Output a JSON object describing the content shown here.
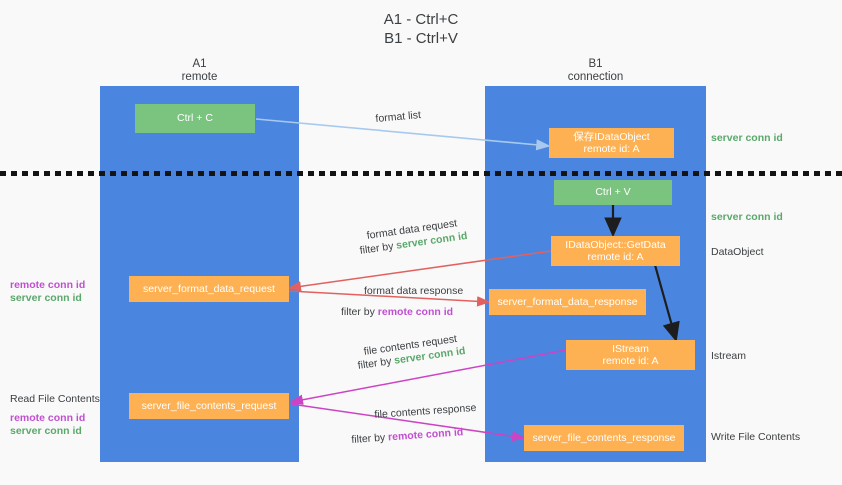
{
  "title": {
    "line1": "A1 - Ctrl+C",
    "line2": "B1 - Ctrl+V"
  },
  "columns": [
    {
      "name": "A1",
      "sub": "remote"
    },
    {
      "name": "B1",
      "sub": "connection"
    }
  ],
  "boxes": {
    "ctrl_c": {
      "label": "Ctrl + C"
    },
    "ctrl_v": {
      "label": "Ctrl + V"
    },
    "save_dataobject": {
      "line1": "保存IDataObject",
      "line2": "remote id: A"
    },
    "getdata": {
      "line1": "IDataObject::GetData",
      "line2": "remote id: A"
    },
    "istream": {
      "line1": "IStream",
      "line2": "remote id: A"
    },
    "server_format_data_request": {
      "label": "server_format_data_request"
    },
    "server_format_data_response": {
      "label": "server_format_data_response"
    },
    "server_file_contents_request": {
      "label": "server_file_contents_request"
    },
    "server_file_contents_response": {
      "label": "server_file_contents_response"
    }
  },
  "right_labels": {
    "server_conn_id_top": "server conn id",
    "server_conn_id_mid": "server conn id",
    "dataobject": "DataObject",
    "istream": "Istream",
    "write_file_contents": "Write File Contents"
  },
  "left_labels": {
    "remote_conn_id_1": "remote conn id",
    "server_conn_id_1": "server conn id",
    "read_file_contents": "Read File Contents",
    "remote_conn_id_2": "remote conn id",
    "server_conn_id_2": "server conn id"
  },
  "flow_labels": {
    "format_list": "format list",
    "format_data_request": "format data request",
    "format_data_request_filter_prefix": "filter by ",
    "format_data_request_filter_value": "server conn id",
    "format_data_response": "format data response",
    "format_data_response_filter_prefix": "filter by ",
    "format_data_response_filter_value": "remote conn id",
    "file_contents_request": "file contents request",
    "file_contents_request_filter_prefix": "filter by ",
    "file_contents_request_filter_value": "server conn id",
    "file_contents_response": "file contents response",
    "file_contents_response_filter_prefix": "filter by ",
    "file_contents_response_filter_value": "remote conn id"
  },
  "colors": {
    "lane": "#4a86e0",
    "green_box": "#7ac47f",
    "orange_box": "#fdb153",
    "green_text": "#5aa86a",
    "purple_text": "#c14fd0",
    "arrow_blue": "#a8c9ee",
    "arrow_red": "#e2615f",
    "arrow_magenta": "#cc44c4",
    "arrow_black": "#1d1d1d",
    "background": "#f9f9f9"
  }
}
